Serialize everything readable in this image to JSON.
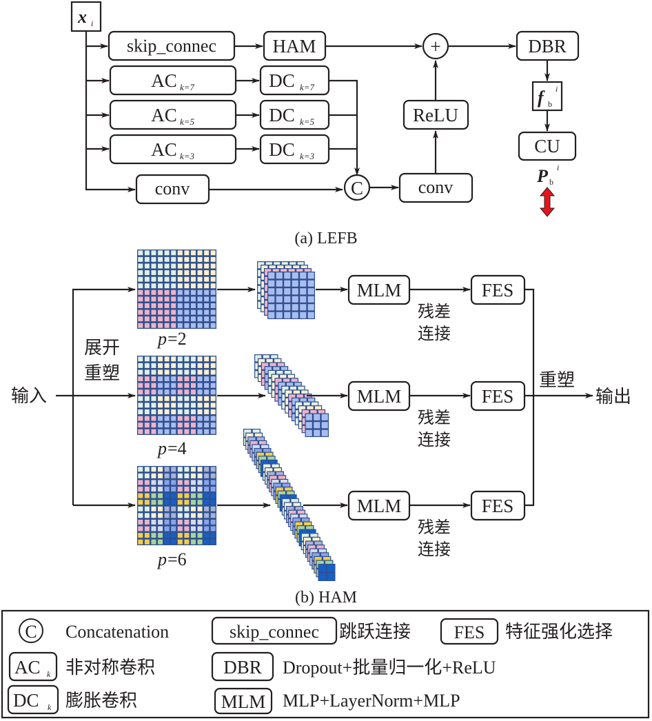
{
  "part_a": {
    "input": {
      "base": "x",
      "sub": "i"
    },
    "skip": "skip_connec",
    "ham": "HAM",
    "ac_rows": [
      {
        "base": "AC",
        "sub": "k=7"
      },
      {
        "base": "AC",
        "sub": "k=5"
      },
      {
        "base": "AC",
        "sub": "k=3"
      }
    ],
    "dc_rows": [
      {
        "base": "DC",
        "sub": "k=7"
      },
      {
        "base": "DC",
        "sub": "k=5"
      },
      {
        "base": "DC",
        "sub": "k=3"
      }
    ],
    "conv_left": "conv",
    "concat_symbol": "C",
    "conv_right": "conv",
    "relu": "ReLU",
    "add_symbol": "+",
    "dbr": "DBR",
    "feature": {
      "base": "f",
      "sub": "b",
      "sup": "i"
    },
    "cu": "CU",
    "pred": {
      "base": "P",
      "sub": "b",
      "sup": "i"
    },
    "arrow_color": "#e8141b",
    "caption": "(a) LEFB"
  },
  "part_b": {
    "input": "输入",
    "unfold_line1": "展开",
    "unfold_line2": "重塑",
    "branches": [
      {
        "p_label": "p",
        "p_value": "=2",
        "mlm": "MLM",
        "fes": "FES",
        "res_line1": "残差",
        "res_line2": "连接"
      },
      {
        "p_label": "p",
        "p_value": "=4",
        "mlm": "MLM",
        "fes": "FES",
        "res_line1": "残差",
        "res_line2": "连接"
      },
      {
        "p_label": "p",
        "p_value": "=6",
        "mlm": "MLM",
        "fes": "FES",
        "res_line1": "残差",
        "res_line2": "连接"
      }
    ],
    "reshape": "重塑",
    "output": "输出",
    "caption": "(b) HAM",
    "patch_colors": {
      "p2": [
        "#dff0e6",
        "#fdf1cf",
        "#eeb3c8",
        "#a9bdf0"
      ],
      "p4": [
        "#dff0e6",
        "#fdf1cf",
        "#eeb3c8",
        "#a9bdf0"
      ],
      "p6": [
        "#dff0e6",
        "#fdf1cf",
        "#a7b3d6",
        "#eeb3c8",
        "#d6dcef",
        "#8aa4e8",
        "#f5cd4a",
        "#a9d59a",
        "#1560c8"
      ]
    },
    "grid_border": "#2f4f8f"
  },
  "legend": {
    "items": [
      {
        "symbol": "C",
        "text": "Concatenation"
      },
      {
        "symbol": "skip_connec",
        "text": "跳跃连接"
      },
      {
        "symbol": "FES",
        "text": "特征强化选择"
      },
      {
        "symbol_base": "AC",
        "symbol_sub": "k",
        "text": "非对称卷积"
      },
      {
        "symbol": "DBR",
        "text": "Dropout+批量归一化+ReLU"
      },
      {
        "symbol_base": "DC",
        "symbol_sub": "k",
        "text": "膨胀卷积"
      },
      {
        "symbol": "MLM",
        "text": "MLP+LayerNorm+MLP"
      }
    ]
  }
}
